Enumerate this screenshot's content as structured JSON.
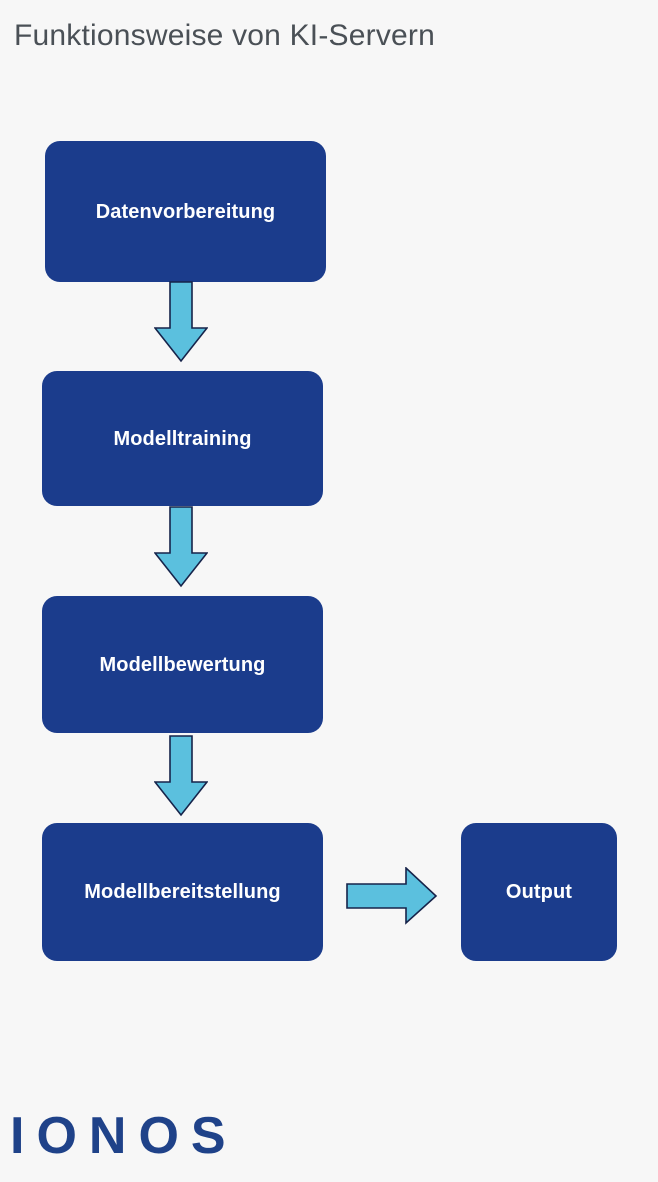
{
  "page": {
    "title": "Funktionsweise von KI-Servern",
    "background_color": "#f7f7f7",
    "title_color": "#4a5056"
  },
  "colors": {
    "node_fill": "#1b3c8c",
    "node_text": "#ffffff",
    "arrow_fill": "#5bc0de",
    "arrow_stroke": "#16234a",
    "logo": "#1f4289"
  },
  "diagram": {
    "type": "flowchart",
    "orientation": "vertical-then-horizontal",
    "nodes": [
      {
        "id": "n1",
        "label": "Datenvorbereitung"
      },
      {
        "id": "n2",
        "label": "Modelltraining"
      },
      {
        "id": "n3",
        "label": "Modellbewertung"
      },
      {
        "id": "n4",
        "label": "Modellbereitstellung"
      },
      {
        "id": "n5",
        "label": "Output"
      }
    ],
    "arrows": [
      {
        "id": "a1",
        "from": "n1",
        "to": "n2",
        "direction": "down",
        "icon": "arrow-down-icon"
      },
      {
        "id": "a2",
        "from": "n2",
        "to": "n3",
        "direction": "down",
        "icon": "arrow-down-icon"
      },
      {
        "id": "a3",
        "from": "n3",
        "to": "n4",
        "direction": "down",
        "icon": "arrow-down-icon"
      },
      {
        "id": "a4",
        "from": "n4",
        "to": "n5",
        "direction": "right",
        "icon": "arrow-right-icon"
      }
    ]
  },
  "footer": {
    "logo_text": "IONOS"
  }
}
